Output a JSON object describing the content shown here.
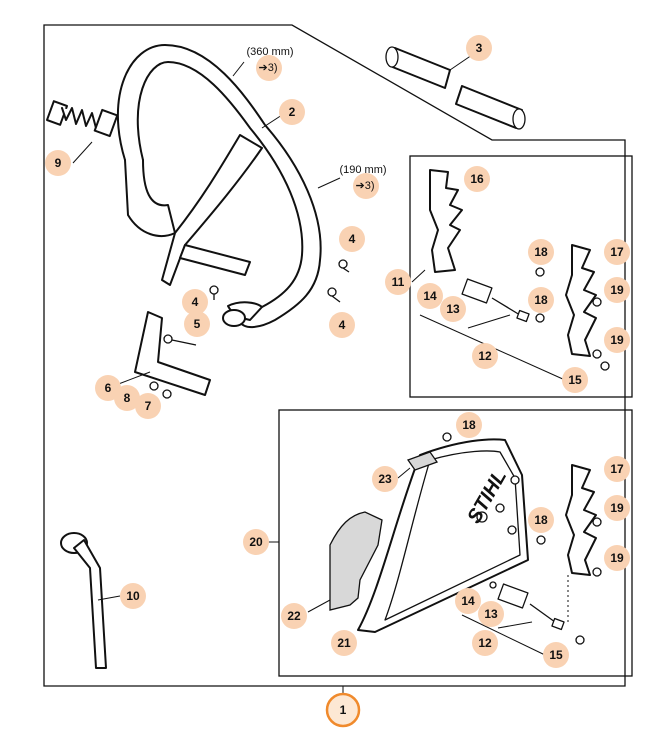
{
  "diagram": {
    "brand_logo": "STIHL",
    "notes": {
      "handlebar_length": "(360 mm)",
      "handlebar_ref": "3)",
      "short_length": "(190 mm)",
      "short_ref": "3)"
    },
    "callouts": {
      "main": "1",
      "c2": "2",
      "c3": "3",
      "c4a": "4",
      "c4b": "4",
      "c4c": "4",
      "c5": "5",
      "c6": "6",
      "c7": "7",
      "c8": "8",
      "c9": "9",
      "c10": "10",
      "c11": "11",
      "c12a": "12",
      "c13a": "13",
      "c14a": "14",
      "c15a": "15",
      "c16": "16",
      "c17a": "17",
      "c18a": "18",
      "c18b": "18",
      "c19a": "19",
      "c19b": "19",
      "c20": "20",
      "c21": "21",
      "c22": "22",
      "c23": "23",
      "c18c": "18",
      "c18d": "18",
      "c17b": "17",
      "c19c": "19",
      "c19d": "19",
      "c14b": "14",
      "c13b": "13",
      "c12b": "12",
      "c15b": "15"
    },
    "colors": {
      "callout_fill": "#f9d2b3",
      "main_ring": "#f08a2c",
      "line": "#111111"
    }
  }
}
